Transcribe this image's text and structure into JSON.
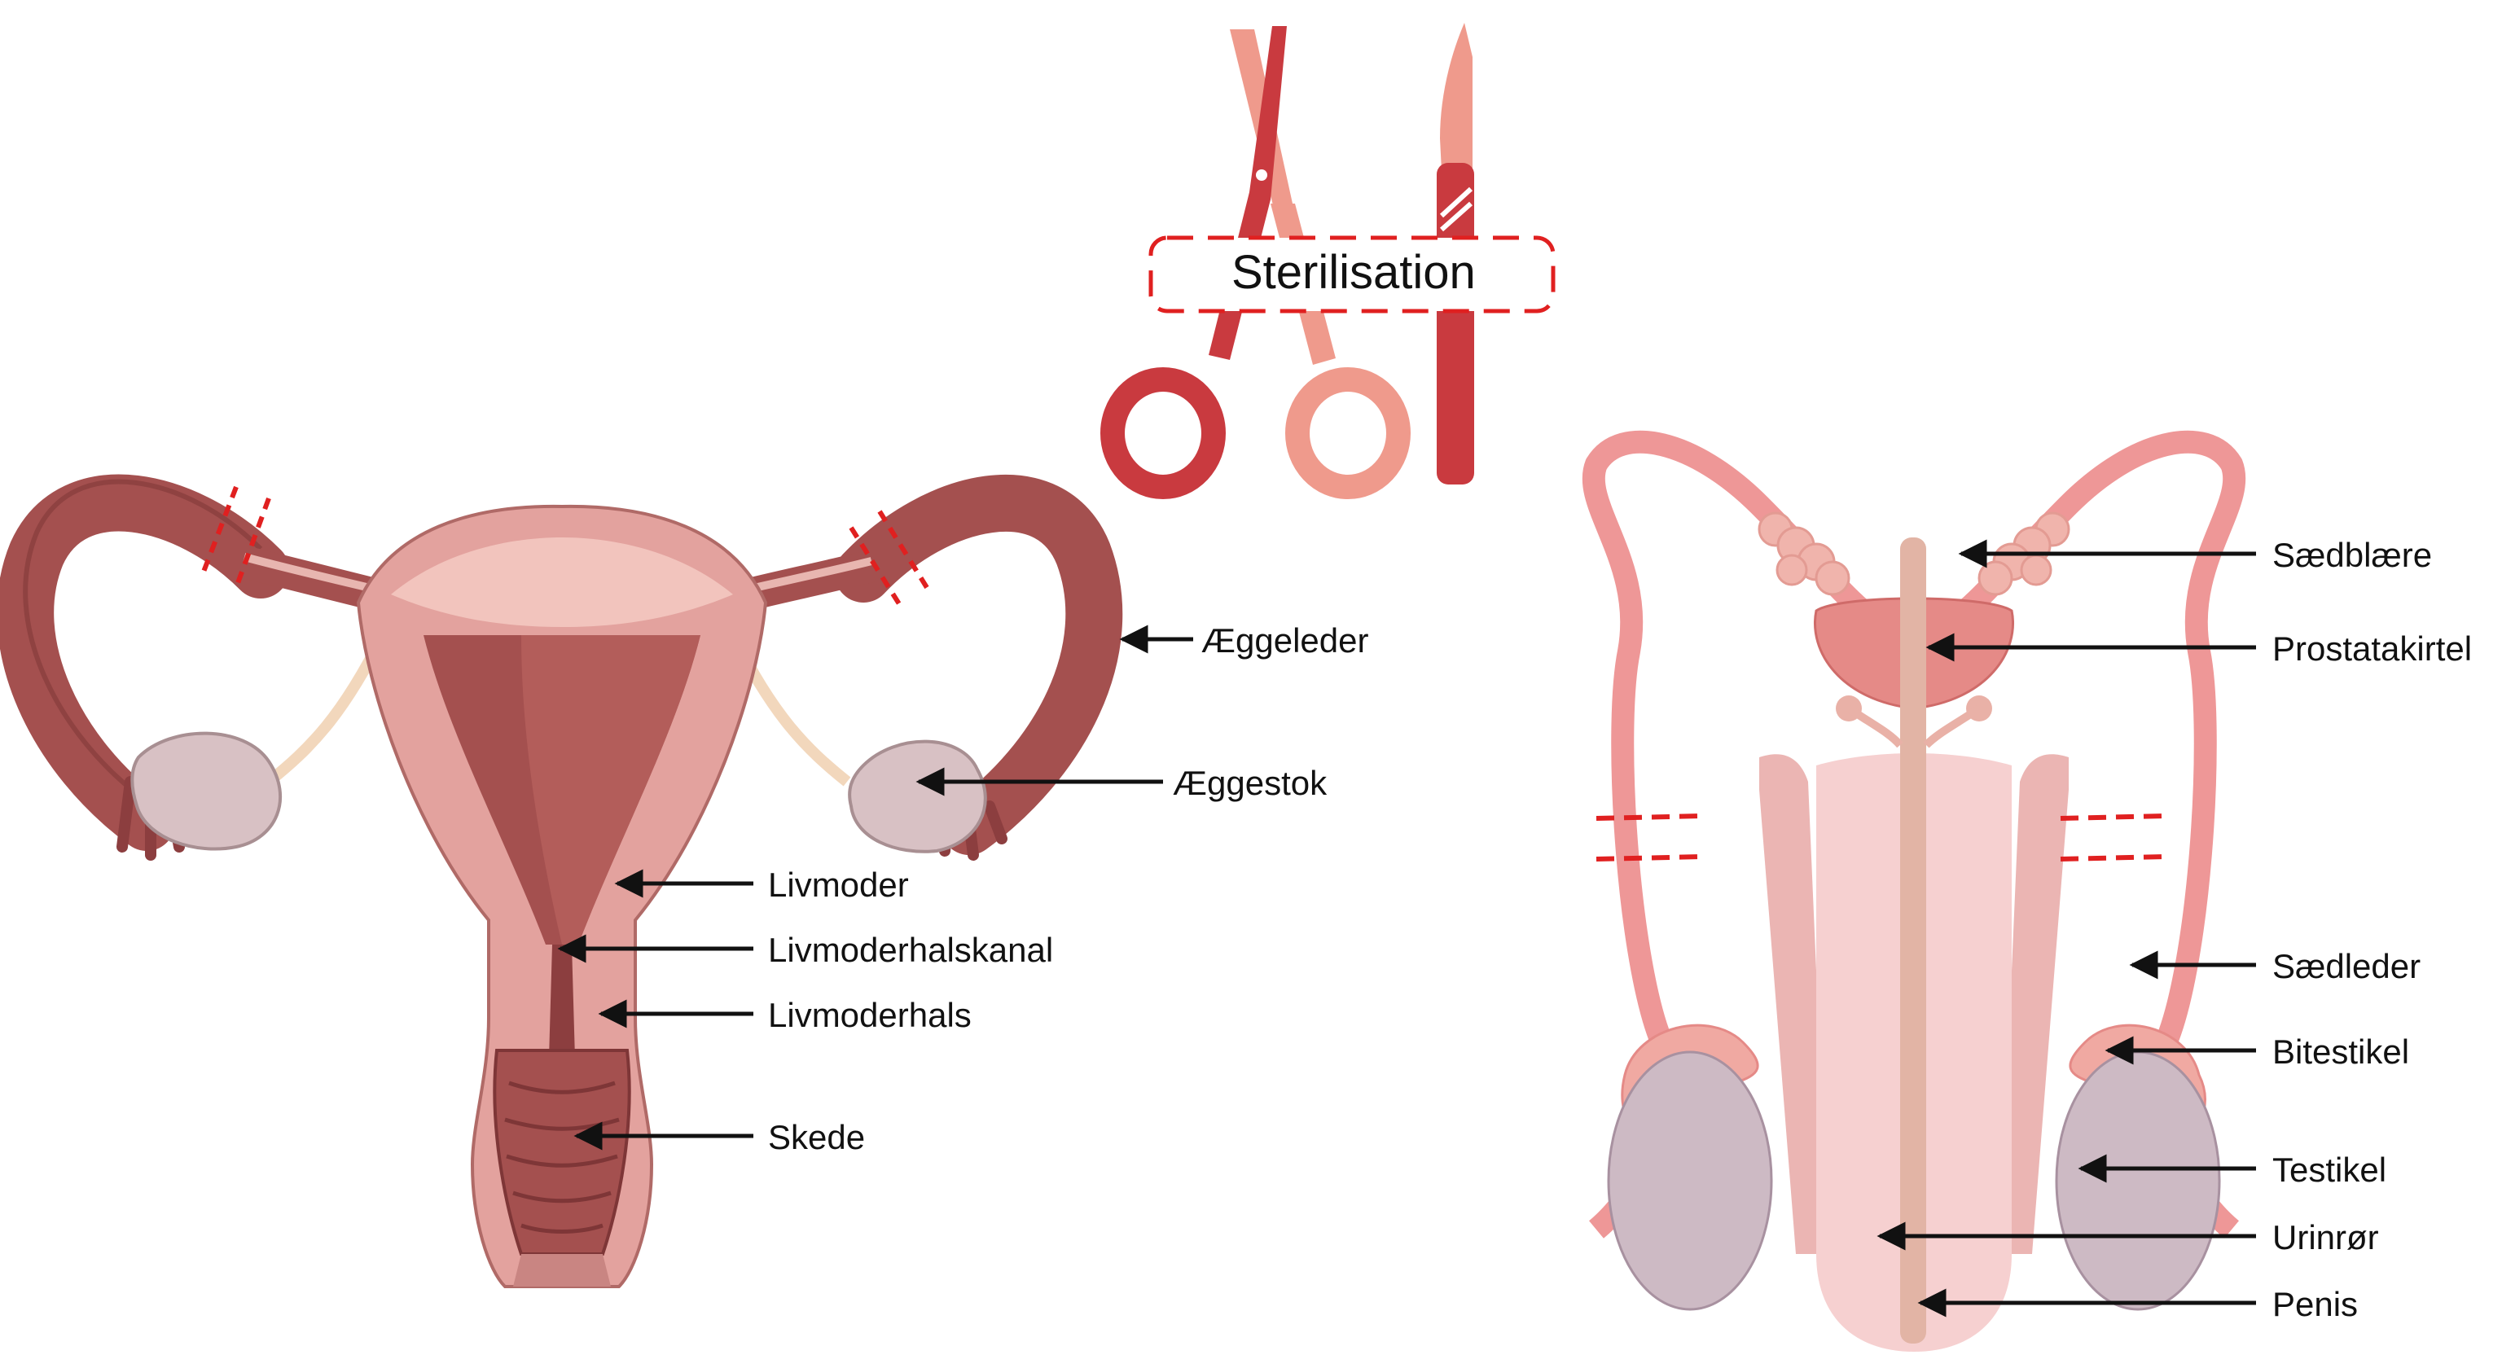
{
  "title": "Sterilisation",
  "female_labels": {
    "fallopian_tube": "Æggeleder",
    "ovary": "Æggestok",
    "uterus": "Livmoder",
    "cervical_canal": "Livmoderhalskanal",
    "cervix": "Livmoderhals",
    "vagina": "Skede"
  },
  "male_labels": {
    "seminal_vesicle": "Sædblære",
    "prostate": "Prostatakirtel",
    "vas_deferens": "Sædleder",
    "epididymis": "Bitestikel",
    "testis": "Testikel",
    "urethra": "Urinrør",
    "penis": "Penis"
  },
  "colors": {
    "cut_marks": "#e02020",
    "scissor_dark": "#c93a3f",
    "scissor_light": "#ef9a8c",
    "uterus_dark": "#a4504f",
    "uterus_light": "#e3a29e",
    "male_tube": "#ee9797",
    "testis": "#cdbac4"
  }
}
